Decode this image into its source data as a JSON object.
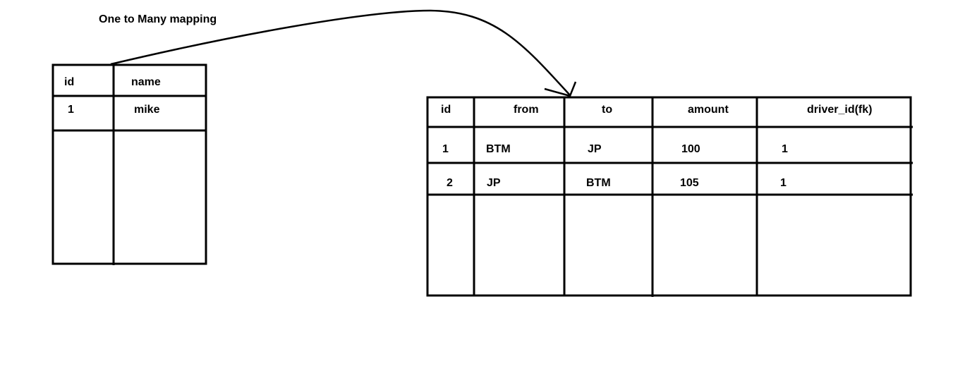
{
  "caption": "One to Many mapping",
  "driver_table": {
    "headers": [
      "id",
      "name"
    ],
    "rows": [
      [
        "1",
        "mike"
      ]
    ]
  },
  "trip_table": {
    "headers": [
      "id",
      "from",
      "to",
      "amount",
      "driver_id(fk)"
    ],
    "rows": [
      [
        "1",
        "BTM",
        "JP",
        "100",
        "1"
      ],
      [
        "2",
        "JP",
        "BTM",
        "105",
        "1"
      ]
    ]
  },
  "colors": {
    "line": "#000000",
    "background": "#ffffff"
  }
}
